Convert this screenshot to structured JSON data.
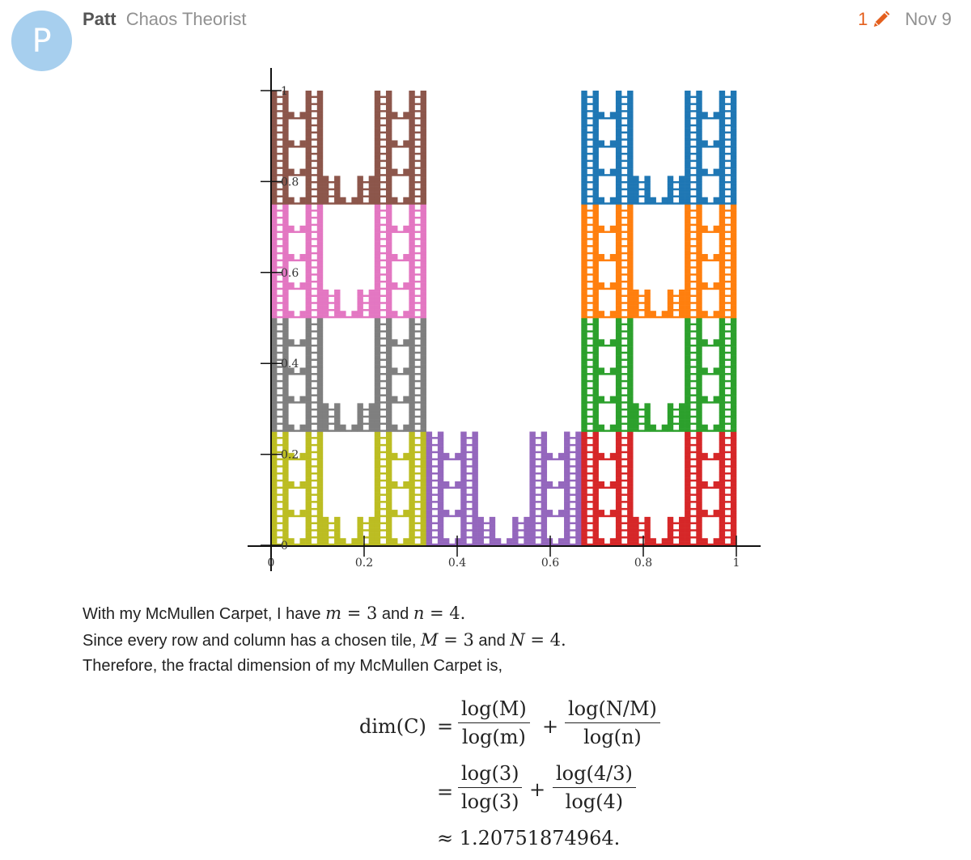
{
  "post": {
    "avatar_letter": "P",
    "username": "Patt",
    "user_title": "Chaos Theorist",
    "edit_count": "1",
    "date": "Nov 9"
  },
  "chart_data": {
    "type": "scatter",
    "title": "",
    "xlabel": "",
    "ylabel": "",
    "xlim": [
      0,
      1
    ],
    "ylim": [
      0,
      1
    ],
    "x_ticks": [
      "0",
      "0.2",
      "0.4",
      "0.6",
      "0.8",
      "1"
    ],
    "y_ticks": [
      "0",
      "0.2",
      "0.4",
      "0.6",
      "0.8",
      "1"
    ],
    "grid": false,
    "description_of_tiles": "McMullen carpet with m=3 columns and n=4 rows; chosen tiles listed as [column, row] from bottom-left",
    "tiles": [
      {
        "col": 0,
        "row": 0,
        "color": "#bcbd22"
      },
      {
        "col": 1,
        "row": 0,
        "color": "#9467bd"
      },
      {
        "col": 2,
        "row": 0,
        "color": "#d62728"
      },
      {
        "col": 0,
        "row": 1,
        "color": "#7f7f7f"
      },
      {
        "col": 2,
        "row": 1,
        "color": "#2ca02c"
      },
      {
        "col": 0,
        "row": 2,
        "color": "#e377c2"
      },
      {
        "col": 2,
        "row": 2,
        "color": "#ff7f0e"
      },
      {
        "col": 0,
        "row": 3,
        "color": "#8c564b"
      },
      {
        "col": 2,
        "row": 3,
        "color": "#1f77b4"
      }
    ]
  },
  "text": {
    "line1_a": "With my McMullen Carpet, I have ",
    "line1_m": "m",
    "line1_eq1": " = 3",
    "line1_and": " and ",
    "line1_n": "n",
    "line1_eq2": " = 4.",
    "line2_a": "Since every row and column has a chosen tile, ",
    "line2_M": "M",
    "line2_eq1": " = 3",
    "line2_and": " and ",
    "line2_N": "N",
    "line2_eq2": " = 4.",
    "line3": "Therefore, the fractal dimension of my McMullen Carpet is,"
  },
  "equation": {
    "lhs": "dim(C)",
    "eq": "=",
    "frac1_num": "log(M)",
    "frac1_den": "log(m)",
    "plus": "+",
    "frac2_num": "log(N/M)",
    "frac2_den": "log(n)",
    "frac3_num": "log(3)",
    "frac3_den": "log(3)",
    "frac4_num": "log(4/3)",
    "frac4_den": "log(4)",
    "approx": "≈ 1.20751874964."
  }
}
